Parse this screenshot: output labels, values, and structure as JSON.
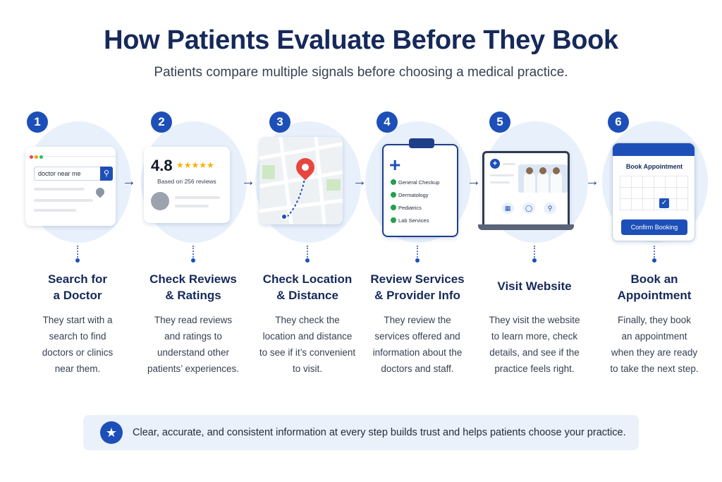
{
  "header": {
    "title": "How Patients Evaluate Before They Book",
    "subtitle": "Patients compare multiple signals before choosing a medical practice."
  },
  "steps": [
    {
      "number": "1",
      "title_line1": "Search for",
      "title_line2": "a Doctor",
      "desc": [
        "They start with a",
        "search to find",
        "doctors or clinics",
        "near them."
      ],
      "search_query": "doctor near me"
    },
    {
      "number": "2",
      "title_line1": "Check Reviews",
      "title_line2": "& Ratings",
      "desc": [
        "They read reviews",
        "and ratings to",
        "understand other",
        "patients’ experiences."
      ],
      "rating": "4.8",
      "stars": "★★★★★",
      "based_on": "Based on 256 reviews"
    },
    {
      "number": "3",
      "title_line1": "Check Location",
      "title_line2": "& Distance",
      "desc": [
        "They check the",
        "location and distance",
        "to see if it’s convenient",
        "to visit."
      ]
    },
    {
      "number": "4",
      "title_line1": "Review Services",
      "title_line2": "& Provider Info",
      "desc": [
        "They review the",
        "services offered and",
        "information about the",
        "doctors and staff."
      ],
      "services": [
        "General Checkup",
        "Dermatology",
        "Pediatrics",
        "Lab Services"
      ]
    },
    {
      "number": "5",
      "title_line1": "Visit Website",
      "title_line2": "",
      "desc": [
        "They visit the website",
        "to learn more, check",
        "details, and see if the",
        "practice feels right."
      ]
    },
    {
      "number": "6",
      "title_line1": "Book an",
      "title_line2": "Appointment",
      "desc": [
        "Finally, they book",
        "an appointment",
        "when they are ready",
        "to take the next step."
      ],
      "calendar_title": "Book Appointment",
      "confirm_label": "Confirm Booking"
    }
  ],
  "arrow_glyph": "→",
  "banner": {
    "text": "Clear, accurate, and consistent information at every step builds trust and helps patients choose your practice.",
    "icon": "star-icon"
  },
  "colors": {
    "title": "#16295a",
    "accent": "#1d4fb8",
    "bubble": "#e8f0fb",
    "banner_bg": "#eaf1fb"
  }
}
